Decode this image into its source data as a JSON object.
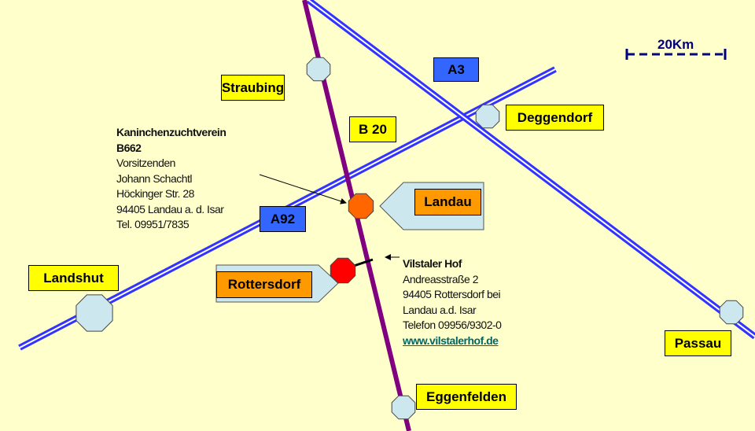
{
  "scale": {
    "label": "20Km"
  },
  "roads": {
    "a3": "A3",
    "a92": "A92",
    "b20": "B 20"
  },
  "places": {
    "straubing": "Straubing",
    "deggendorf": "Deggendorf",
    "landau": "Landau",
    "landshut": "Landshut",
    "rottersdorf": "Rottersdorf",
    "passau": "Passau",
    "eggenfelden": "Eggenfelden"
  },
  "club": {
    "lines": [
      "Kaninchenzuchtverein",
      "B662",
      "Vorsitzenden",
      "Johann Schachtl",
      "Höckinger Str. 28",
      "94405 Landau a. d. Isar",
      "Tel. 09951/7835"
    ]
  },
  "hotel": {
    "lines": [
      "Vilstaler Hof",
      "Andreasstraße 2",
      "94405 Rottersdorf bei",
      "Landau a.d. Isar",
      "Telefon 09956/9302-0"
    ],
    "link": "www.vilstalerhof.de"
  },
  "colors": {
    "background": "#ffffcc",
    "highway": "#3333ff",
    "b20": "#800080",
    "node": "#cce8ee",
    "landau": "#ff6600",
    "rottersdorf": "#ff0000"
  }
}
